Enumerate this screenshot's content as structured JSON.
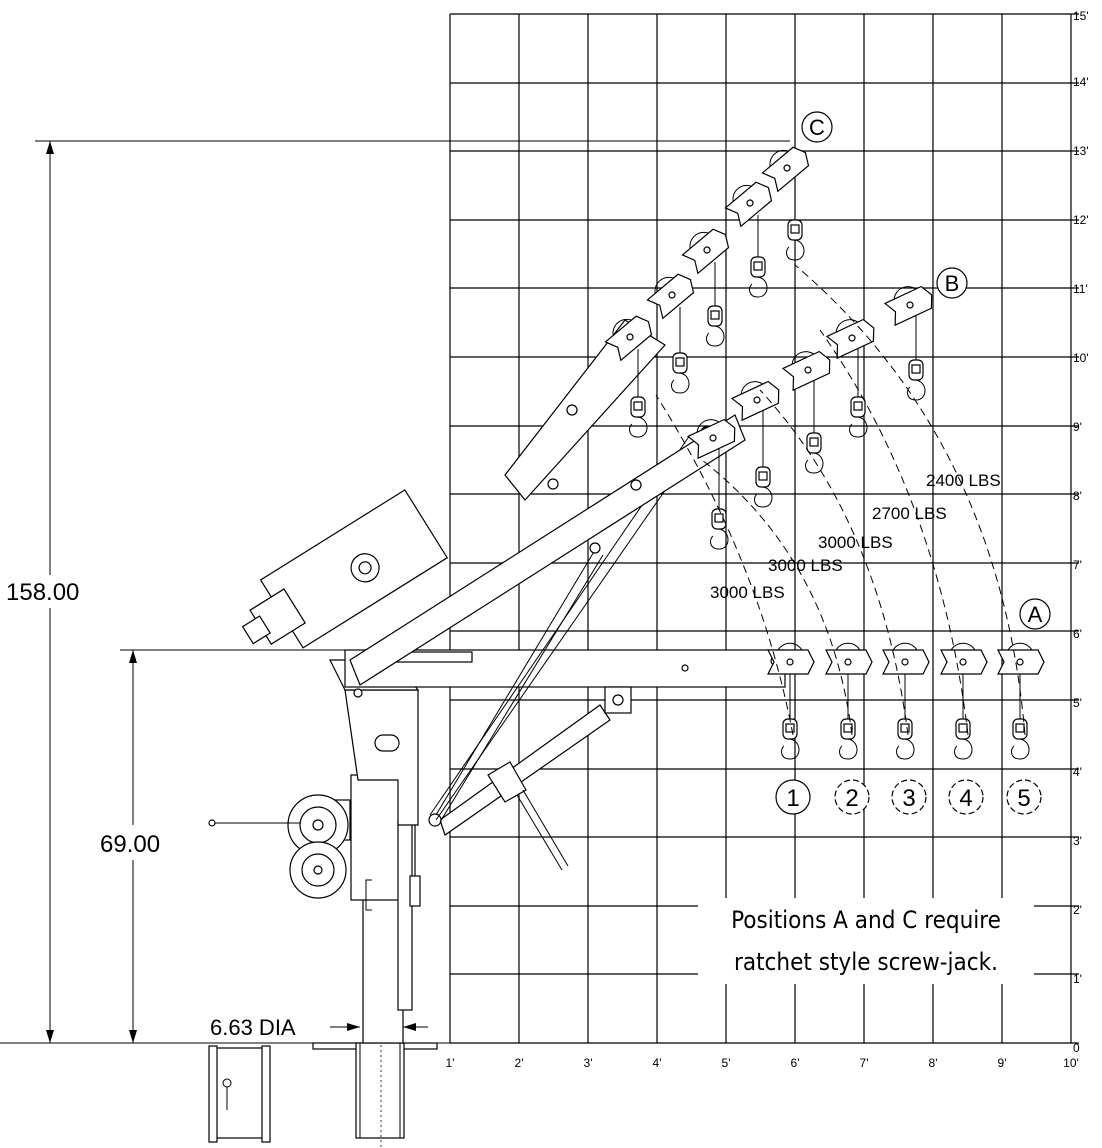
{
  "diagram": {
    "y_tick_labels": [
      "0",
      "1'",
      "2'",
      "3'",
      "4'",
      "5'",
      "6'",
      "7'",
      "8'",
      "9'",
      "10'",
      "11'",
      "12'",
      "13'",
      "14'",
      "15'"
    ],
    "x_tick_labels": [
      "1'",
      "2'",
      "3'",
      "4'",
      "5'",
      "6'",
      "7'",
      "8'",
      "9'",
      "10'"
    ],
    "dimensions": {
      "overall_height": "158.00",
      "mast_height": "69.00",
      "diameter": "6.63 DIA"
    },
    "capacity_labels": [
      "3000 LBS",
      "3000 LBS",
      "3000 LBS",
      "2700 LBS",
      "2400 LBS"
    ],
    "positions": {
      "letters": [
        "A",
        "B",
        "C"
      ],
      "numbers": [
        "1",
        "2",
        "3",
        "4",
        "5"
      ]
    },
    "note_lines": [
      "Positions A and C require",
      "ratchet style screw-jack."
    ]
  }
}
